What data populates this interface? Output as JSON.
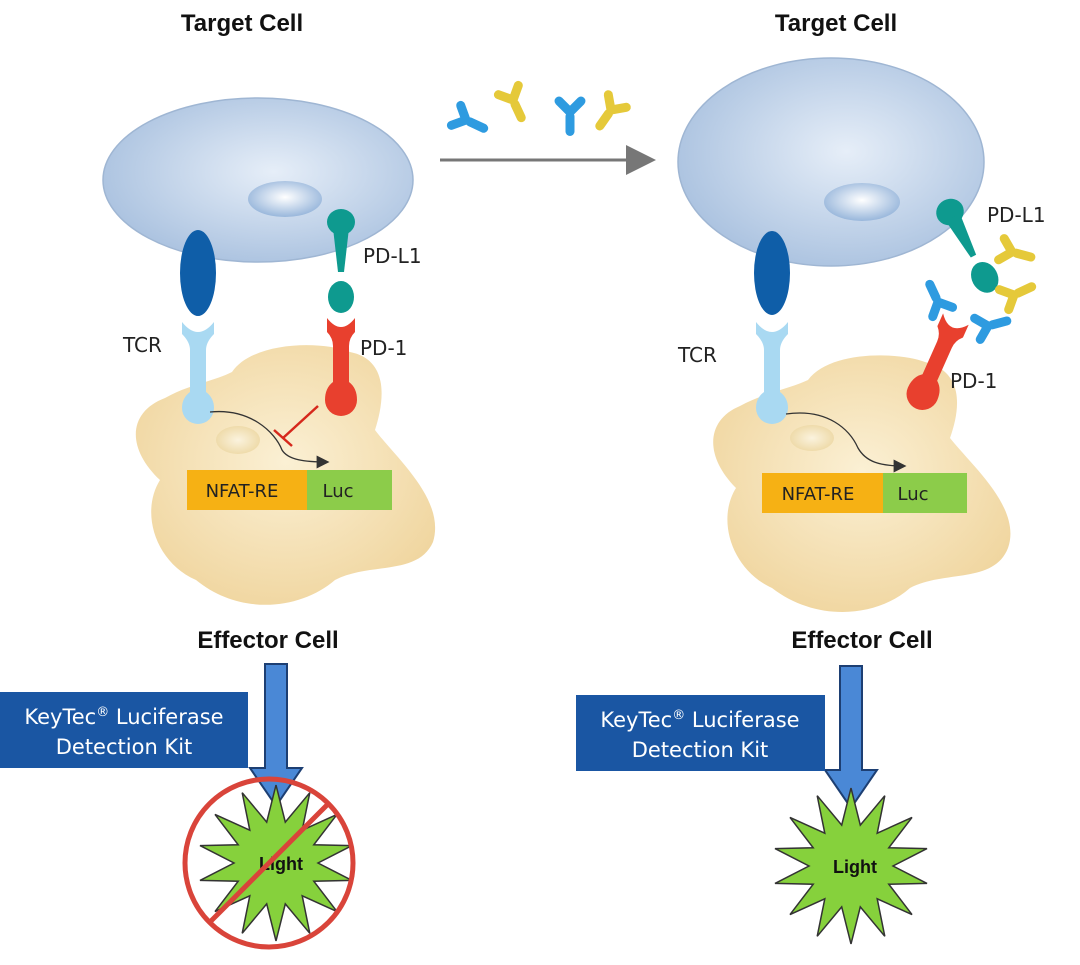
{
  "left_panel": {
    "target_label": "Target Cell",
    "effector_label": "Effector Cell",
    "pdl1_label": "PD-L1",
    "pd1_label": "PD-1",
    "tcr_label": "TCR",
    "nfat_label": "NFAT-RE",
    "luc_label": "Luc",
    "kit_line1": "KeyTec",
    "kit_reg": "®",
    "kit_line1_rest": " Luciferase",
    "kit_line2": "Detection Kit",
    "light_label": "Light"
  },
  "right_panel": {
    "target_label": "Target Cell",
    "effector_label": "Effector Cell",
    "pdl1_label": "PD-L1",
    "pd1_label": "PD-1",
    "tcr_label": "TCR",
    "nfat_label": "NFAT-RE",
    "luc_label": "Luc",
    "kit_line1": "KeyTec",
    "kit_reg": "®",
    "kit_line1_rest": " Luciferase",
    "kit_line2": "Detection Kit",
    "light_label": "Light"
  },
  "colors": {
    "target_cell": "#b9cde6",
    "effector_cell": "#f2d9a0",
    "tcr_dark": "#0f5ea8",
    "tcr_light": "#a9d9f2",
    "pdl1": "#0e9a8f",
    "pd1": "#e8402e",
    "nfat": "#f6b114",
    "luc": "#8ccc4a",
    "kit_box": "#1a56a3",
    "arrow_blue": "#4a88d6",
    "antibody_blue": "#2e9be0",
    "antibody_yellow": "#e5c93a",
    "light_green": "#86d13c",
    "no_sign": "#d9443a"
  }
}
